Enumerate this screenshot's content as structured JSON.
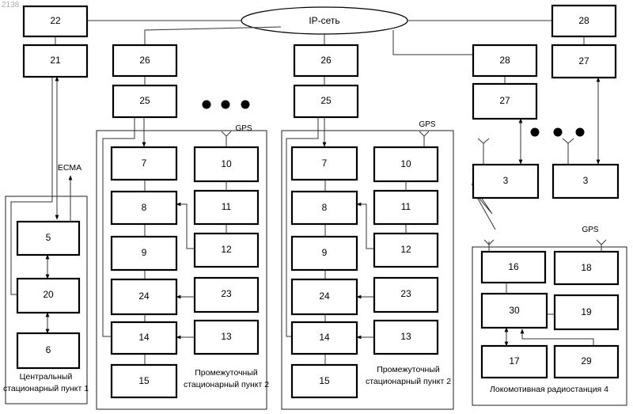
{
  "corner_label": "2138",
  "cloud_label": "IP-сеть",
  "ecma_label": "ECMA",
  "gps_label": "GPS",
  "blocks": {
    "b22": "22",
    "b21": "21",
    "b5": "5",
    "b20": "20",
    "b6": "6",
    "g1_26": "26",
    "g1_25": "25",
    "g1_7": "7",
    "g1_10": "10",
    "g1_8": "8",
    "g1_11": "11",
    "g1_9": "9",
    "g1_12": "12",
    "g1_24": "24",
    "g1_23": "23",
    "g1_14": "14",
    "g1_13": "13",
    "g1_15": "15",
    "g2_26": "26",
    "g2_25": "25",
    "g2_7": "7",
    "g2_10": "10",
    "g2_8": "8",
    "g2_11": "11",
    "g2_9": "9",
    "g2_12": "12",
    "g2_24": "24",
    "g2_23": "23",
    "g2_14": "14",
    "g2_13": "13",
    "g2_15": "15",
    "r28a": "28",
    "r27a": "27",
    "r28b": "28",
    "r27b": "27",
    "r3a": "3",
    "r3b": "3",
    "l16": "16",
    "l18": "18",
    "l30": "30",
    "l19": "19",
    "l17": "17",
    "l29": "29"
  },
  "groups": {
    "central_line1": "Центральный",
    "central_line2": "стационарный пункт 1",
    "inter1_line1": "Промежуточный",
    "inter1_line2": "стационарный пункт 2",
    "inter2_line1": "Промежуточный",
    "inter2_line2": "стационарный пункт 2",
    "loco": "Локомотивная радиостанция 4"
  }
}
